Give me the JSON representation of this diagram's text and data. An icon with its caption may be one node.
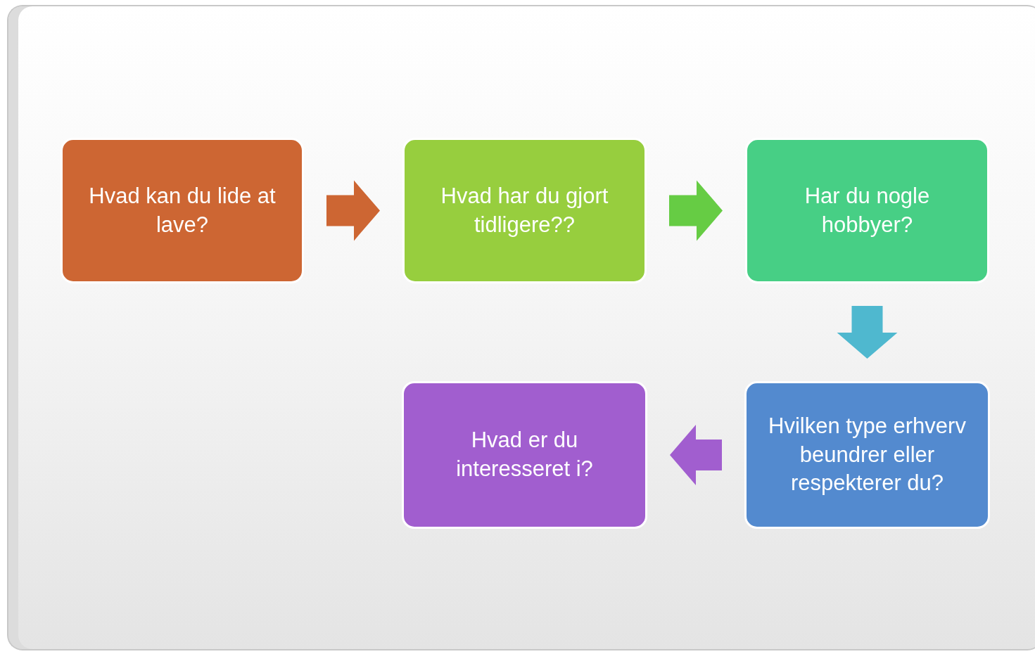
{
  "diagram": {
    "nodes": [
      {
        "text": [
          "Hvad kan du lide at lave?"
        ]
      },
      {
        "text": [
          "Hvad har du gjort tidligere??"
        ]
      },
      {
        "text": [
          "Har du nogle hobbyer?"
        ]
      },
      {
        "text": [
          "Hvilken type erhverv beundrer eller respekterer du?"
        ]
      },
      {
        "text": [
          "Hvad er du interesseret i?"
        ]
      }
    ],
    "edges": [
      {
        "from": 0,
        "to": 1,
        "arrow": "to",
        "style": "thick",
        "color": "#cd6633"
      },
      {
        "from": 1,
        "to": 2,
        "arrow": "to",
        "style": "thick",
        "color": "#66cc44"
      },
      {
        "from": 2,
        "to": 3,
        "arrow": "to",
        "style": "thick",
        "color": "#4fb8cf"
      },
      {
        "from": 3,
        "to": 4,
        "arrow": "to",
        "style": "thick",
        "color": "#a15ecf"
      }
    ]
  }
}
